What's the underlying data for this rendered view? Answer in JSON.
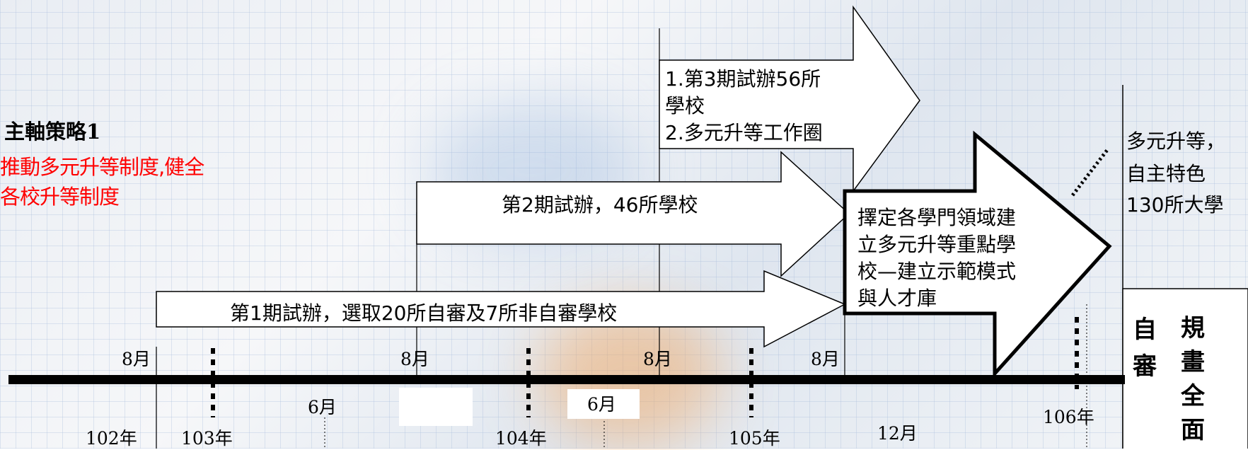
{
  "strategy": {
    "heading": "主軸策略1",
    "line1": "推動多元升等制度,健全",
    "line2": "各校升等制度"
  },
  "phases": {
    "phase1": "第1期試辦，選取20所自審及7所非自審學校",
    "phase2": "第2期試辦，46所學校",
    "phase3_line1": "1.第3期試辦56所",
    "phase3_line2": "學校",
    "phase3_line3": "2.多元升等工作圈",
    "phase4_line1": "擇定各學門領域建",
    "phase4_line2": "立多元升等重點學",
    "phase4_line3": "校—建立示範模式",
    "phase4_line4": "與人才庫"
  },
  "goal": {
    "line1": "多元升等，",
    "line2": "自主特色",
    "line3": "130所大學"
  },
  "side_box": {
    "col1": "自審",
    "col2": "規畫全面"
  },
  "timeline": {
    "month_8a": "8月",
    "month_8b": "8月",
    "month_8c": "8月",
    "month_8d": "8月",
    "month_6a": "6月",
    "month_6b": "6月",
    "month_12": "12月",
    "year_102": "102年",
    "year_103": "103年",
    "year_104": "104年",
    "year_105": "105年",
    "year_106": "106年"
  },
  "colors": {
    "accent_red": "#ff0000",
    "timeline": "#000000"
  }
}
